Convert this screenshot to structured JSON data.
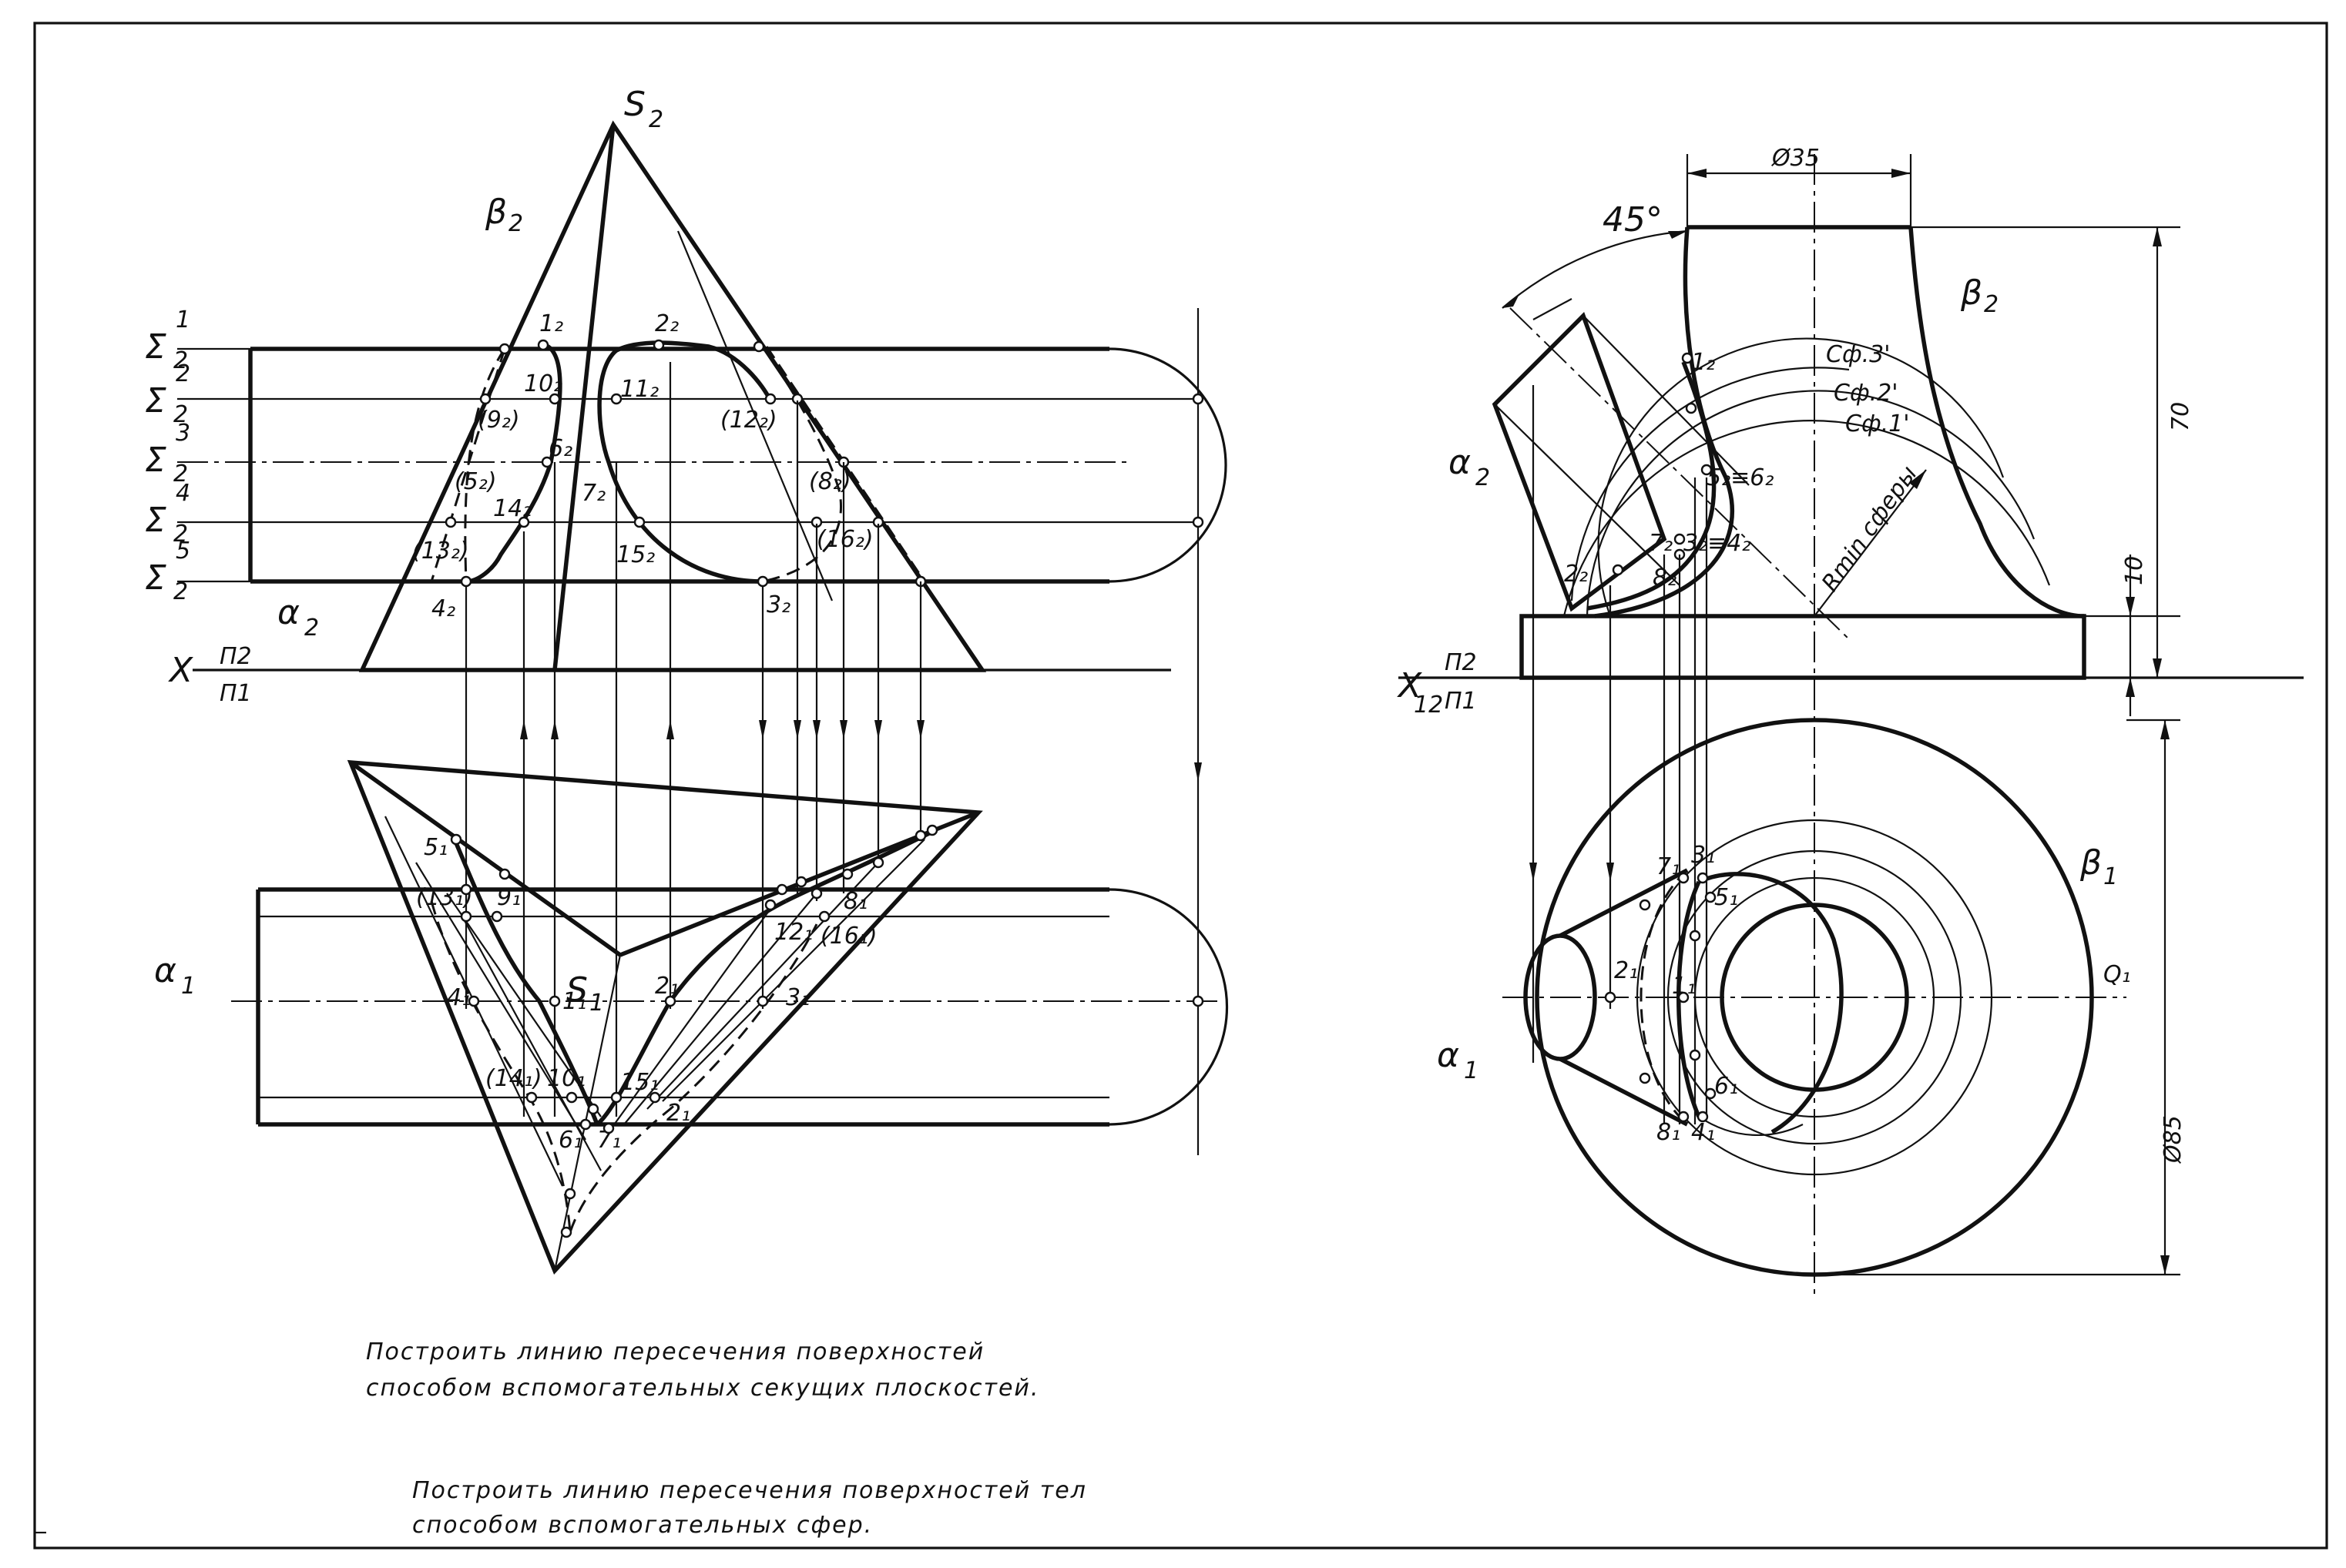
{
  "left_view": {
    "apex_front": "S",
    "apex_front_sub": "2",
    "apex_top": "S",
    "apex_top_sub": "1",
    "beta_front": "β",
    "beta_front_sub": "2",
    "alpha_front": "α",
    "alpha_front_sub": "2",
    "alpha_top": "α",
    "alpha_top_sub": "1",
    "axis_x": "X",
    "axis_pi2": "П2",
    "axis_pi1": "П1",
    "sigma": [
      {
        "sym": "Σ",
        "sup": "1",
        "sub": "2"
      },
      {
        "sym": "Σ",
        "sup": "2",
        "sub": "2"
      },
      {
        "sym": "Σ",
        "sup": "3",
        "sub": "2"
      },
      {
        "sym": "Σ",
        "sup": "4",
        "sub": "2"
      },
      {
        "sym": "Σ",
        "sup": "5",
        "sub": "2"
      }
    ],
    "front_points": [
      "1₂",
      "2₂",
      "10₂",
      "11₂",
      "(9₂)",
      "(12₂)",
      "6₂",
      "(8₂)",
      "7₂",
      "(5₂)",
      "14₂",
      "(16₂)",
      "(13₂)",
      "15₂",
      "4₂",
      "3₂"
    ],
    "top_points": [
      "5₁",
      "(13₁)",
      "9₁",
      "4₁",
      "1₁",
      "2₁",
      "(14₁)",
      "10₁",
      "15₁",
      "6₁",
      "7₁",
      "2₁",
      "12₁",
      "8₁",
      "(16₁)",
      "3₁"
    ]
  },
  "right_view": {
    "dim_diameter_top": "Ø35",
    "dim_angle": "45°",
    "dim_height": "70",
    "dim_base": "10",
    "dim_diameter_base": "Ø85",
    "beta_front": "β",
    "beta_front_sub": "2",
    "beta_top": "β",
    "beta_top_sub": "1",
    "alpha_front": "α",
    "alpha_front_sub": "2",
    "alpha_top": "α",
    "alpha_top_sub": "1",
    "q_axis": "Q₁",
    "axis_x": "X",
    "axis_x_sub": "12",
    "axis_pi2": "П2",
    "axis_pi1": "П1",
    "spheres": [
      "Сф.3'",
      "Сф.2'",
      "Сф.1'"
    ],
    "rmin": "Rmin сферы",
    "front_points": [
      "1₂",
      "5₂≡6₂",
      "7₂",
      "3₂≡4₂",
      "8₂",
      "2₂"
    ],
    "top_points": [
      "7₁",
      "3₁",
      "5₁",
      "2₁",
      "1₁",
      "6₁",
      "8₁",
      "4₁"
    ]
  },
  "notes": {
    "task1_line1": "Построить линию пересечения поверхностей",
    "task1_line2": "способом вспомогательных секущих плоскостей.",
    "task2_line1": "Построить линию пересечения поверхностей тел",
    "task2_line2": "способом вспомогательных сфер."
  }
}
